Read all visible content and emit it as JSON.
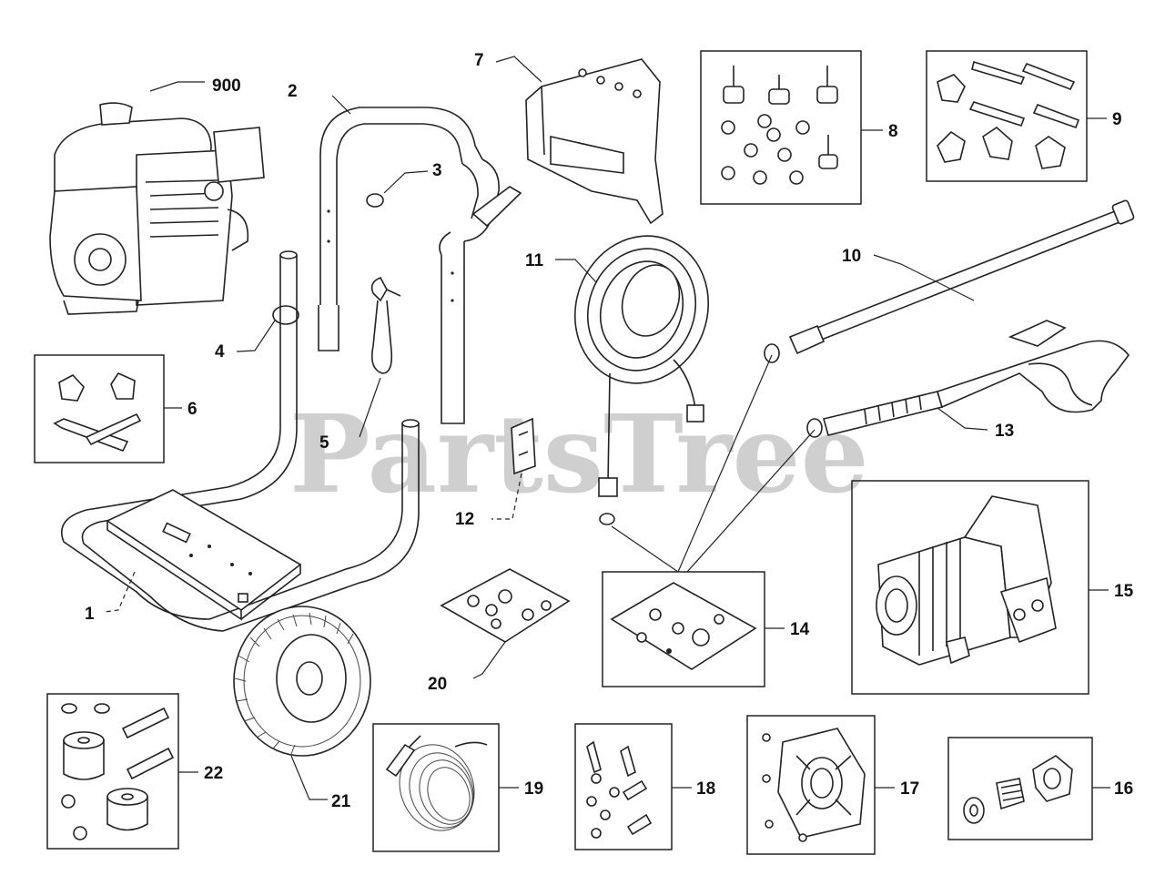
{
  "watermark": "PartsTree",
  "labels": {
    "l900": "900",
    "l1": "1",
    "l2": "2",
    "l3": "3",
    "l4": "4",
    "l5": "5",
    "l6": "6",
    "l7": "7",
    "l8": "8",
    "l9": "9",
    "l10": "10",
    "l11": "11",
    "l12": "12",
    "l13": "13",
    "l14": "14",
    "l15": "15",
    "l16": "16",
    "l17": "17",
    "l18": "18",
    "l19": "19",
    "l20": "20",
    "l21": "21",
    "l22": "22"
  }
}
